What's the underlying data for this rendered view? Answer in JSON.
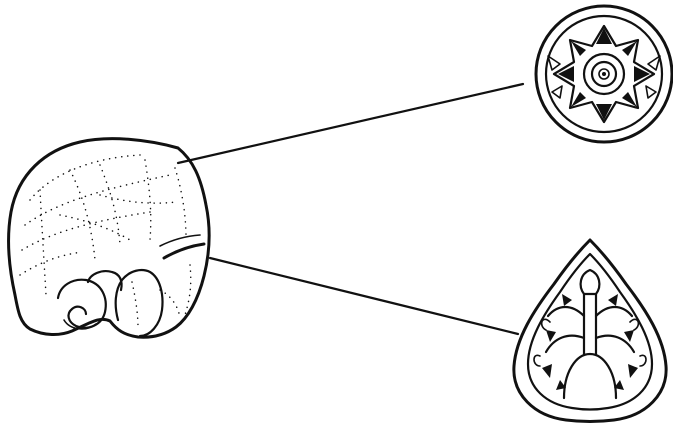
{
  "figure": {
    "background_color": "#ffffff",
    "ink_color": "#111111",
    "elements": [
      "dotted-object-sketch",
      "circular-ornament-detail",
      "teardrop-ornament-detail",
      "leader-line-upper",
      "leader-line-lower"
    ]
  }
}
